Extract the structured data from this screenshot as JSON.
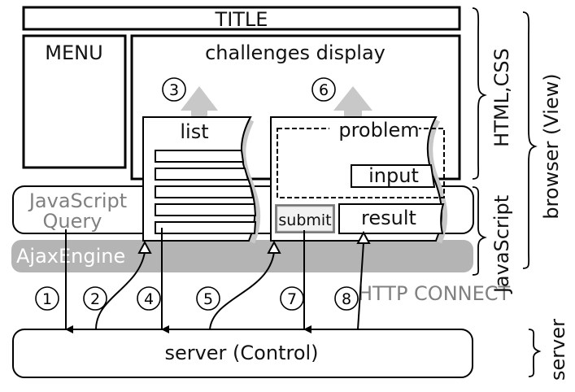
{
  "diagram": {
    "title_bar": {
      "label": "TITLE"
    },
    "menu": {
      "label": "MENU"
    },
    "display": {
      "label": "challenges display"
    },
    "list": {
      "label": "list",
      "row_count": 5
    },
    "problem": {
      "label": "problem"
    },
    "input": {
      "label": "input"
    },
    "submit": {
      "label": "submit"
    },
    "result": {
      "label": "result"
    },
    "js_query": {
      "line1": "JavaScript",
      "line2": "Query"
    },
    "ajax_engine": {
      "label": "AjaxEngine"
    },
    "http_connect": {
      "label": "HTTP CONNECT"
    },
    "server": {
      "label": "server (Control)"
    },
    "braces": {
      "html_css": "HTML,CSS",
      "javascript": "JavaScript",
      "browser_view": "browser (View)",
      "server": "server"
    },
    "steps": [
      {
        "num": "①",
        "direction": "to-server",
        "from": "JavaScript Query"
      },
      {
        "num": "②",
        "direction": "to-browser",
        "to": "list"
      },
      {
        "num": "③",
        "direction": "up",
        "to": "challenges display"
      },
      {
        "num": "④",
        "direction": "to-server",
        "from": "list"
      },
      {
        "num": "⑤",
        "direction": "to-browser",
        "to": "problem"
      },
      {
        "num": "⑥",
        "direction": "up",
        "to": "challenges display"
      },
      {
        "num": "⑦",
        "direction": "to-server",
        "from": "submit"
      },
      {
        "num": "⑧",
        "direction": "to-browser",
        "to": "result"
      }
    ],
    "colors": {
      "stroke": "#000000",
      "grey_arrow": "#c8c8c8",
      "ajax_band": "#b4b4b4",
      "grey_text": "#808080"
    }
  }
}
